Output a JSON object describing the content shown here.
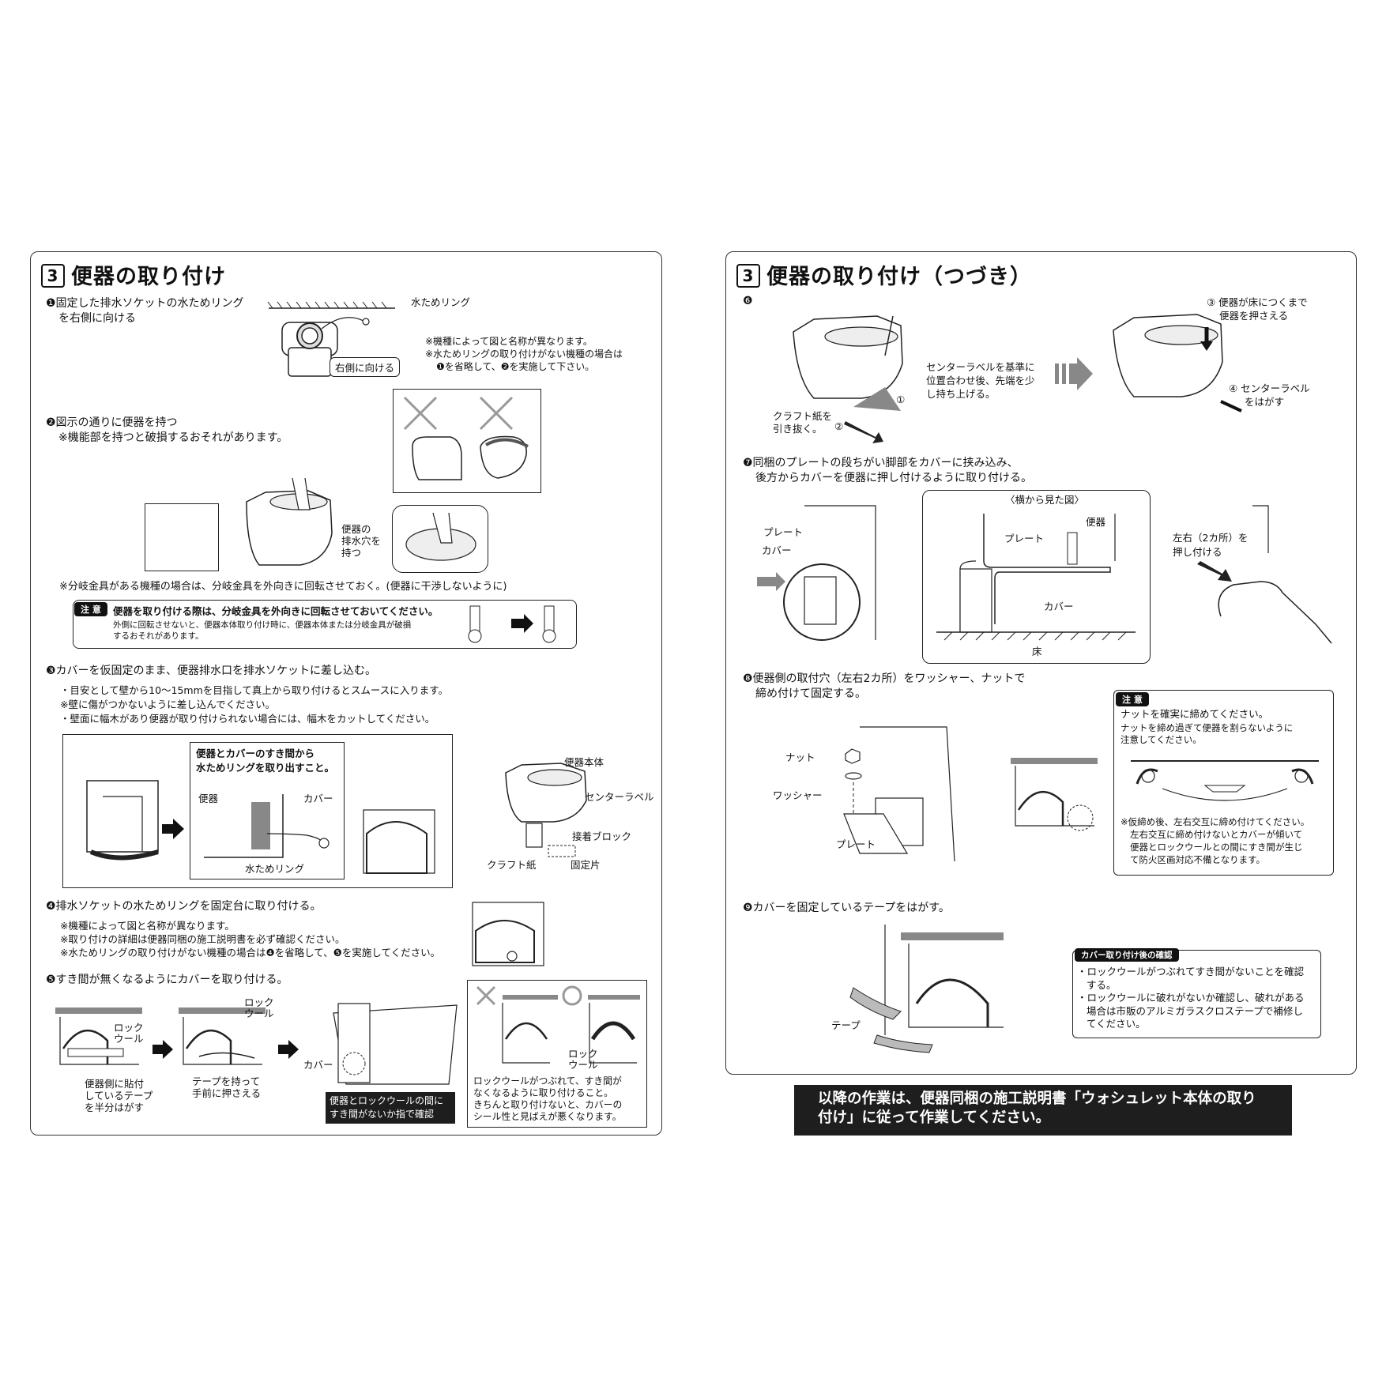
{
  "left": {
    "title": "便器の取り付け",
    "section_num": "3",
    "step1": [
      "❶固定した排水ソケットの水ためリング",
      "を右側に向ける"
    ],
    "step1_label_ring": "水ためリング",
    "step1_label_right": "右側に向ける",
    "step1_notes": [
      "※機種によって図と名称が異なります。",
      "※水ためリングの取り付けがない機種の場合は",
      "❶を省略して、❷を実施して下さい。"
    ],
    "step2": [
      "❷図示の通りに便器を持つ",
      "※機能部を持つと破損するおそれがあります。"
    ],
    "step2_hold": [
      "便器の",
      "排水穴を",
      "持つ"
    ],
    "step2_branch_note": "※分岐金具がある機種の場合は、分岐金具を外向きに回転させておく。(便器に干渉しないように)",
    "caution_badge": "注 意",
    "caution_main": "便器を取り付ける際は、分岐金具を外向きに回転させておいてください。",
    "caution_sub": [
      "外側に回転させないと、便器本体取り付け時に、便器本体または分岐金具が破損",
      "するおそれがあります。"
    ],
    "step3": "❸カバーを仮固定のまま、便器排水口を排水ソケットに差し込む。",
    "step3_notes": [
      "・目安として壁から10～15mmを目指して真上から取り付けるとスムースに入ります。",
      "※壁に傷がつかないように差し込んでください。",
      "・壁面に幅木があり便器が取り付けられない場合には、幅木をカットしてください。"
    ],
    "step3_inner_title": [
      "便器とカバーのすき間から",
      "水ためリングを取り出すこと。"
    ],
    "step3_labels": {
      "benki": "便器",
      "cover": "カバー",
      "ring": "水ためリング",
      "body": "便器本体",
      "center": "センターラベル",
      "block": "接着ブロック",
      "kraft": "クラフト紙",
      "fix": "固定片"
    },
    "step4": "❹排水ソケットの水ためリングを固定台に取り付ける。",
    "step4_notes": [
      "※機種によって図と名称が異なります。",
      "※取り付けの詳細は便器同梱の施工説明書を必ず確認ください。",
      "※水ためリングの取り付けがない機種の場合は❹を省略して、❺を実施してください。"
    ],
    "step5": "❺すき間が無くなるようにカバーを取り付ける。",
    "step5_labels": {
      "rock1": [
        "ロック",
        "ウール"
      ],
      "rock2": [
        "ロック",
        "ウール"
      ],
      "tape_peel": [
        "便器側に貼付",
        "しているテープ",
        "を半分はがす"
      ],
      "tape_push": [
        "テープを持って",
        "手前に押さえる"
      ],
      "cover": "カバー",
      "check": [
        "便器とロックウールの間に",
        "すき間がないか指で確認"
      ],
      "rock3": [
        "ロック",
        "ウール"
      ],
      "result": [
        "ロックウールがつぶれて、すき間が",
        "なくなるように取り付けること。",
        "きちんと取り付けないと、カバーの",
        "シール性と見ばえが悪くなります。"
      ]
    }
  },
  "right": {
    "title": "便器の取り付け（つづき）",
    "section_num": "3",
    "step6": "❻",
    "step6_labels": {
      "lift": [
        "センターラベルを基準に",
        "位置合わせ後、先端を少",
        "し持ち上げる。"
      ],
      "kraft": [
        "クラフト紙を",
        "引き抜く。"
      ],
      "press": [
        "③ 便器が床につくまで",
        "便器を押さえる"
      ],
      "peel": [
        "④ センターラベル",
        "をはがす"
      ],
      "n1": "①",
      "n2": "②"
    },
    "step7": [
      "❼同梱のプレートの段ちがい脚部をカバーに挟み込み、",
      "後方からカバーを便器に押し付けるように取り付ける。"
    ],
    "step7_labels": {
      "side": "〈横から見た図〉",
      "benki": "便器",
      "plate": "プレート",
      "cover": "カバー",
      "floor": "床",
      "plate2": "プレート",
      "cover2": "カバー",
      "push": [
        "左右（2カ所）を",
        "押し付ける"
      ]
    },
    "step8": [
      "❽便器側の取付穴（左右2カ所）をワッシャー、ナットで",
      "締め付けて固定する。"
    ],
    "step8_labels": {
      "nut": "ナット",
      "washer": "ワッシャー",
      "plate": "プレート"
    },
    "step8_caution_badge": "注 意",
    "step8_caution_main": "ナットを確実に締めてください。",
    "step8_caution_sub": [
      "ナットを締め過ぎて便器を割らないように",
      "注意してください。"
    ],
    "step8_caution_note": [
      "※仮締め後、左右交互に締め付けてください。",
      "左右交互に締め付けないとカバーが傾いて",
      "便器とロックウールとの間にすき間が生じ",
      "て防火区画対応不備となります。"
    ],
    "step9": "❾カバーを固定しているテープをはがす。",
    "step9_tape": "テープ",
    "check_badge": "カバー取り付け後の確認",
    "check_items": [
      "・ロックウールがつぶれてすき間がないことを確認",
      "する。",
      "・ロックウールに破れがないか確認し、破れがある",
      "場合は市販のアルミガラスクロステープで補修し",
      "てください。"
    ],
    "footer": [
      "以降の作業は、便器同梱の施工説明書「ウォシュレット本体の取り",
      "付け」に従って作業してください。"
    ]
  }
}
